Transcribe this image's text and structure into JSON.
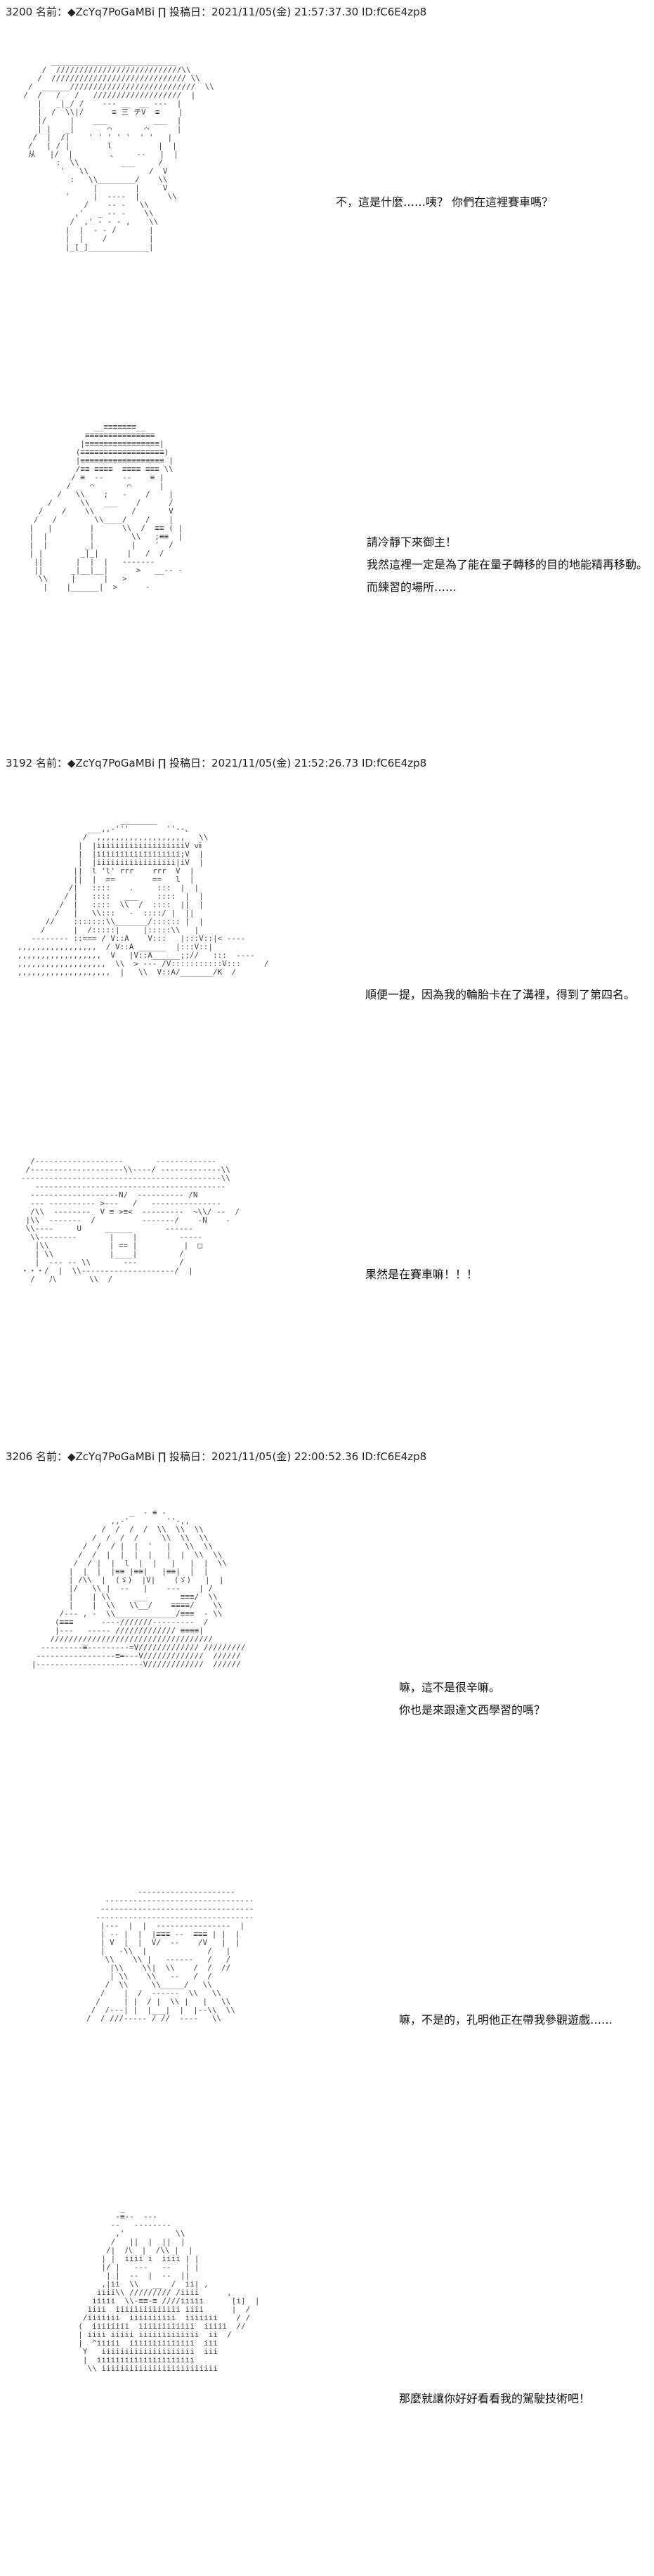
{
  "posts": [
    {
      "header": "3200 名前：◆ZcYq7PoGaMBi ∏ 投稿日：2021/11/05(金) 21:57:37.30 ID:fC6E4zp8",
      "panels": [
        {
          "lines": [
            "不，這是什麼……咦？ 你們在這裡賽車嗎？"
          ]
        },
        {
          "lines": [
            "請冷靜下來御主！",
            "我然這裡一定是為了能在量子轉移的目的地能精再移動。",
            "而練習的場所……"
          ]
        }
      ]
    },
    {
      "header": "3192 名前：◆ZcYq7PoGaMBi ∏ 投稿日：2021/11/05(金) 21:52:26.73 ID:fC6E4zp8",
      "panels": [
        {
          "lines": [
            "順便一提，因為我的輪胎卡在了溝裡，得到了第四名。"
          ]
        },
        {
          "lines": [
            "果然是在賽車嘛！！！"
          ]
        }
      ]
    },
    {
      "header": "3206 名前：◆ZcYq7PoGaMBi ∏ 投稿日：2021/11/05(金) 22:00:52.36 ID:fC6E4zp8",
      "panels": [
        {
          "lines": [
            "嘛，這不是很辛嘛。",
            "你也是來跟達文西學習的嗎？"
          ]
        },
        {
          "lines": [
            "嘛，不是的，孔明他正在帶我參觀遊戲……"
          ]
        },
        {
          "lines": [
            "那麼就讓你好好看看我的駕駛技術吧！"
          ]
        }
      ]
    }
  ]
}
